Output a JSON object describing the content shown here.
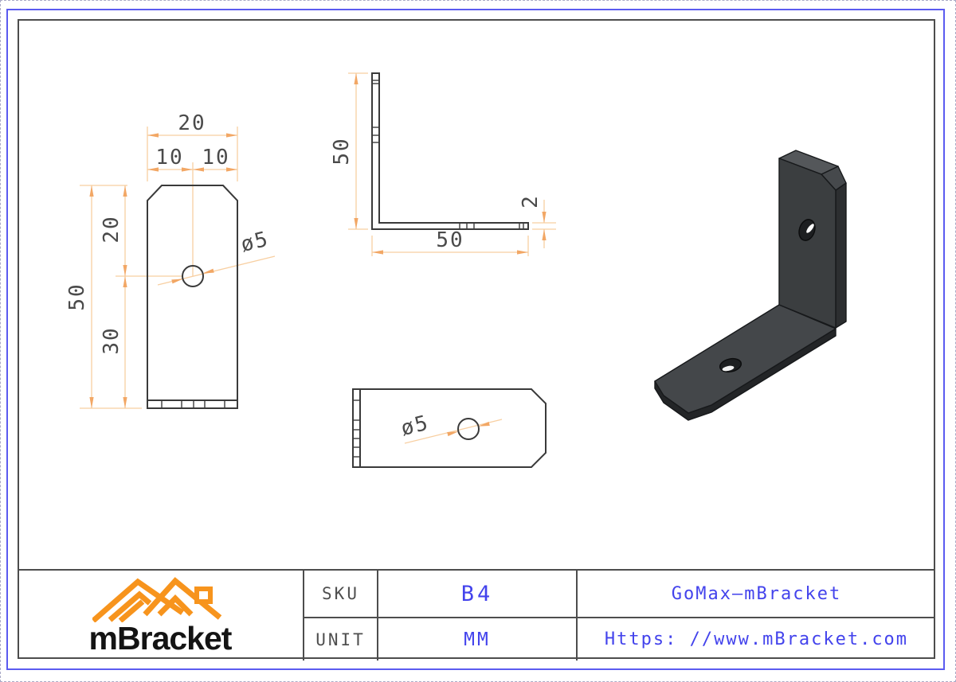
{
  "colors": {
    "dim_line": "#f8cfa1",
    "dim_arrow": "#f2a765",
    "dim_text": "#4a4a4a",
    "part_outline": "#3a3a3a",
    "accent_blue": "#4343ec",
    "frame_blue": "#5b5bf0",
    "frame_gray": "#4d4d4d",
    "logo_orange": "#f7941d",
    "part_face_dark": "#3b3e40"
  },
  "views": {
    "front": {
      "dims": {
        "width": "20",
        "half_left": "10",
        "half_right": "10",
        "height": "50",
        "top_to_hole": "20",
        "hole_to_bottom": "30",
        "hole_dia": "ø5"
      }
    },
    "side": {
      "dims": {
        "height": "50",
        "length": "50",
        "thickness": "2"
      }
    },
    "bottom": {
      "dims": {
        "hole_dia": "ø5"
      }
    }
  },
  "title_block": {
    "logo_text": "mBracket",
    "rows": [
      {
        "label": "SKU",
        "value": "B4",
        "info": "GoMax—mBracket"
      },
      {
        "label": "UNIT",
        "value": "MM",
        "info": "Https: //www.mBracket.com"
      }
    ]
  }
}
